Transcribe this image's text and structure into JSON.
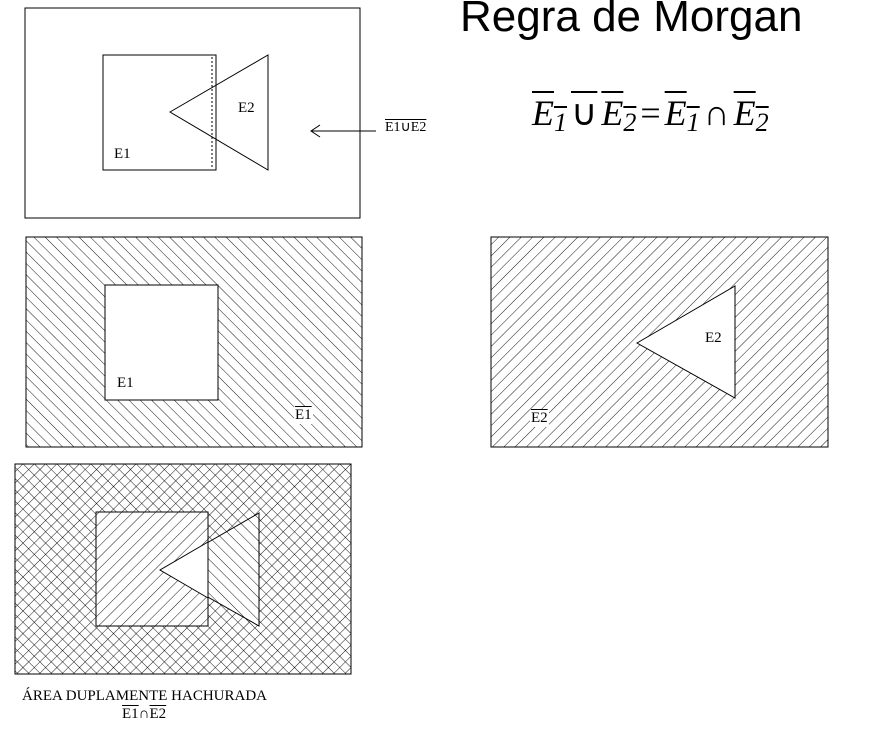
{
  "title": "Regra de Morgan",
  "formula": {
    "lhs_a": "E",
    "lhs_a_sub": "1",
    "union": "∪",
    "lhs_b": "E",
    "lhs_b_sub": "2",
    "equals": "=",
    "rhs_a": "E",
    "rhs_a_sub": "1",
    "intersection": "∩",
    "rhs_b": "E",
    "rhs_b_sub": "2"
  },
  "panel1": {
    "e1": "E1",
    "e2": "E2",
    "union_label": "E1∪E2"
  },
  "panel2": {
    "e1": "E1",
    "complement": "E1"
  },
  "panel3": {
    "e2": "E2",
    "complement": "E2"
  },
  "panel4": {
    "caption_line1": "ÁREA DUPLAMENTE HACHURADA",
    "caption_a": "E1",
    "caption_op": "∩",
    "caption_b": "E2"
  }
}
